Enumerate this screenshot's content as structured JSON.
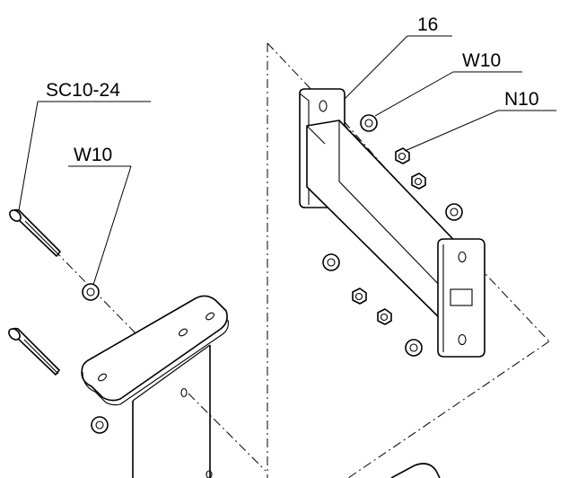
{
  "labels": {
    "part_16": "16",
    "washer_right": "W10",
    "nut_right": "N10",
    "screw_left": "SC10-24",
    "washer_left": "W10"
  }
}
